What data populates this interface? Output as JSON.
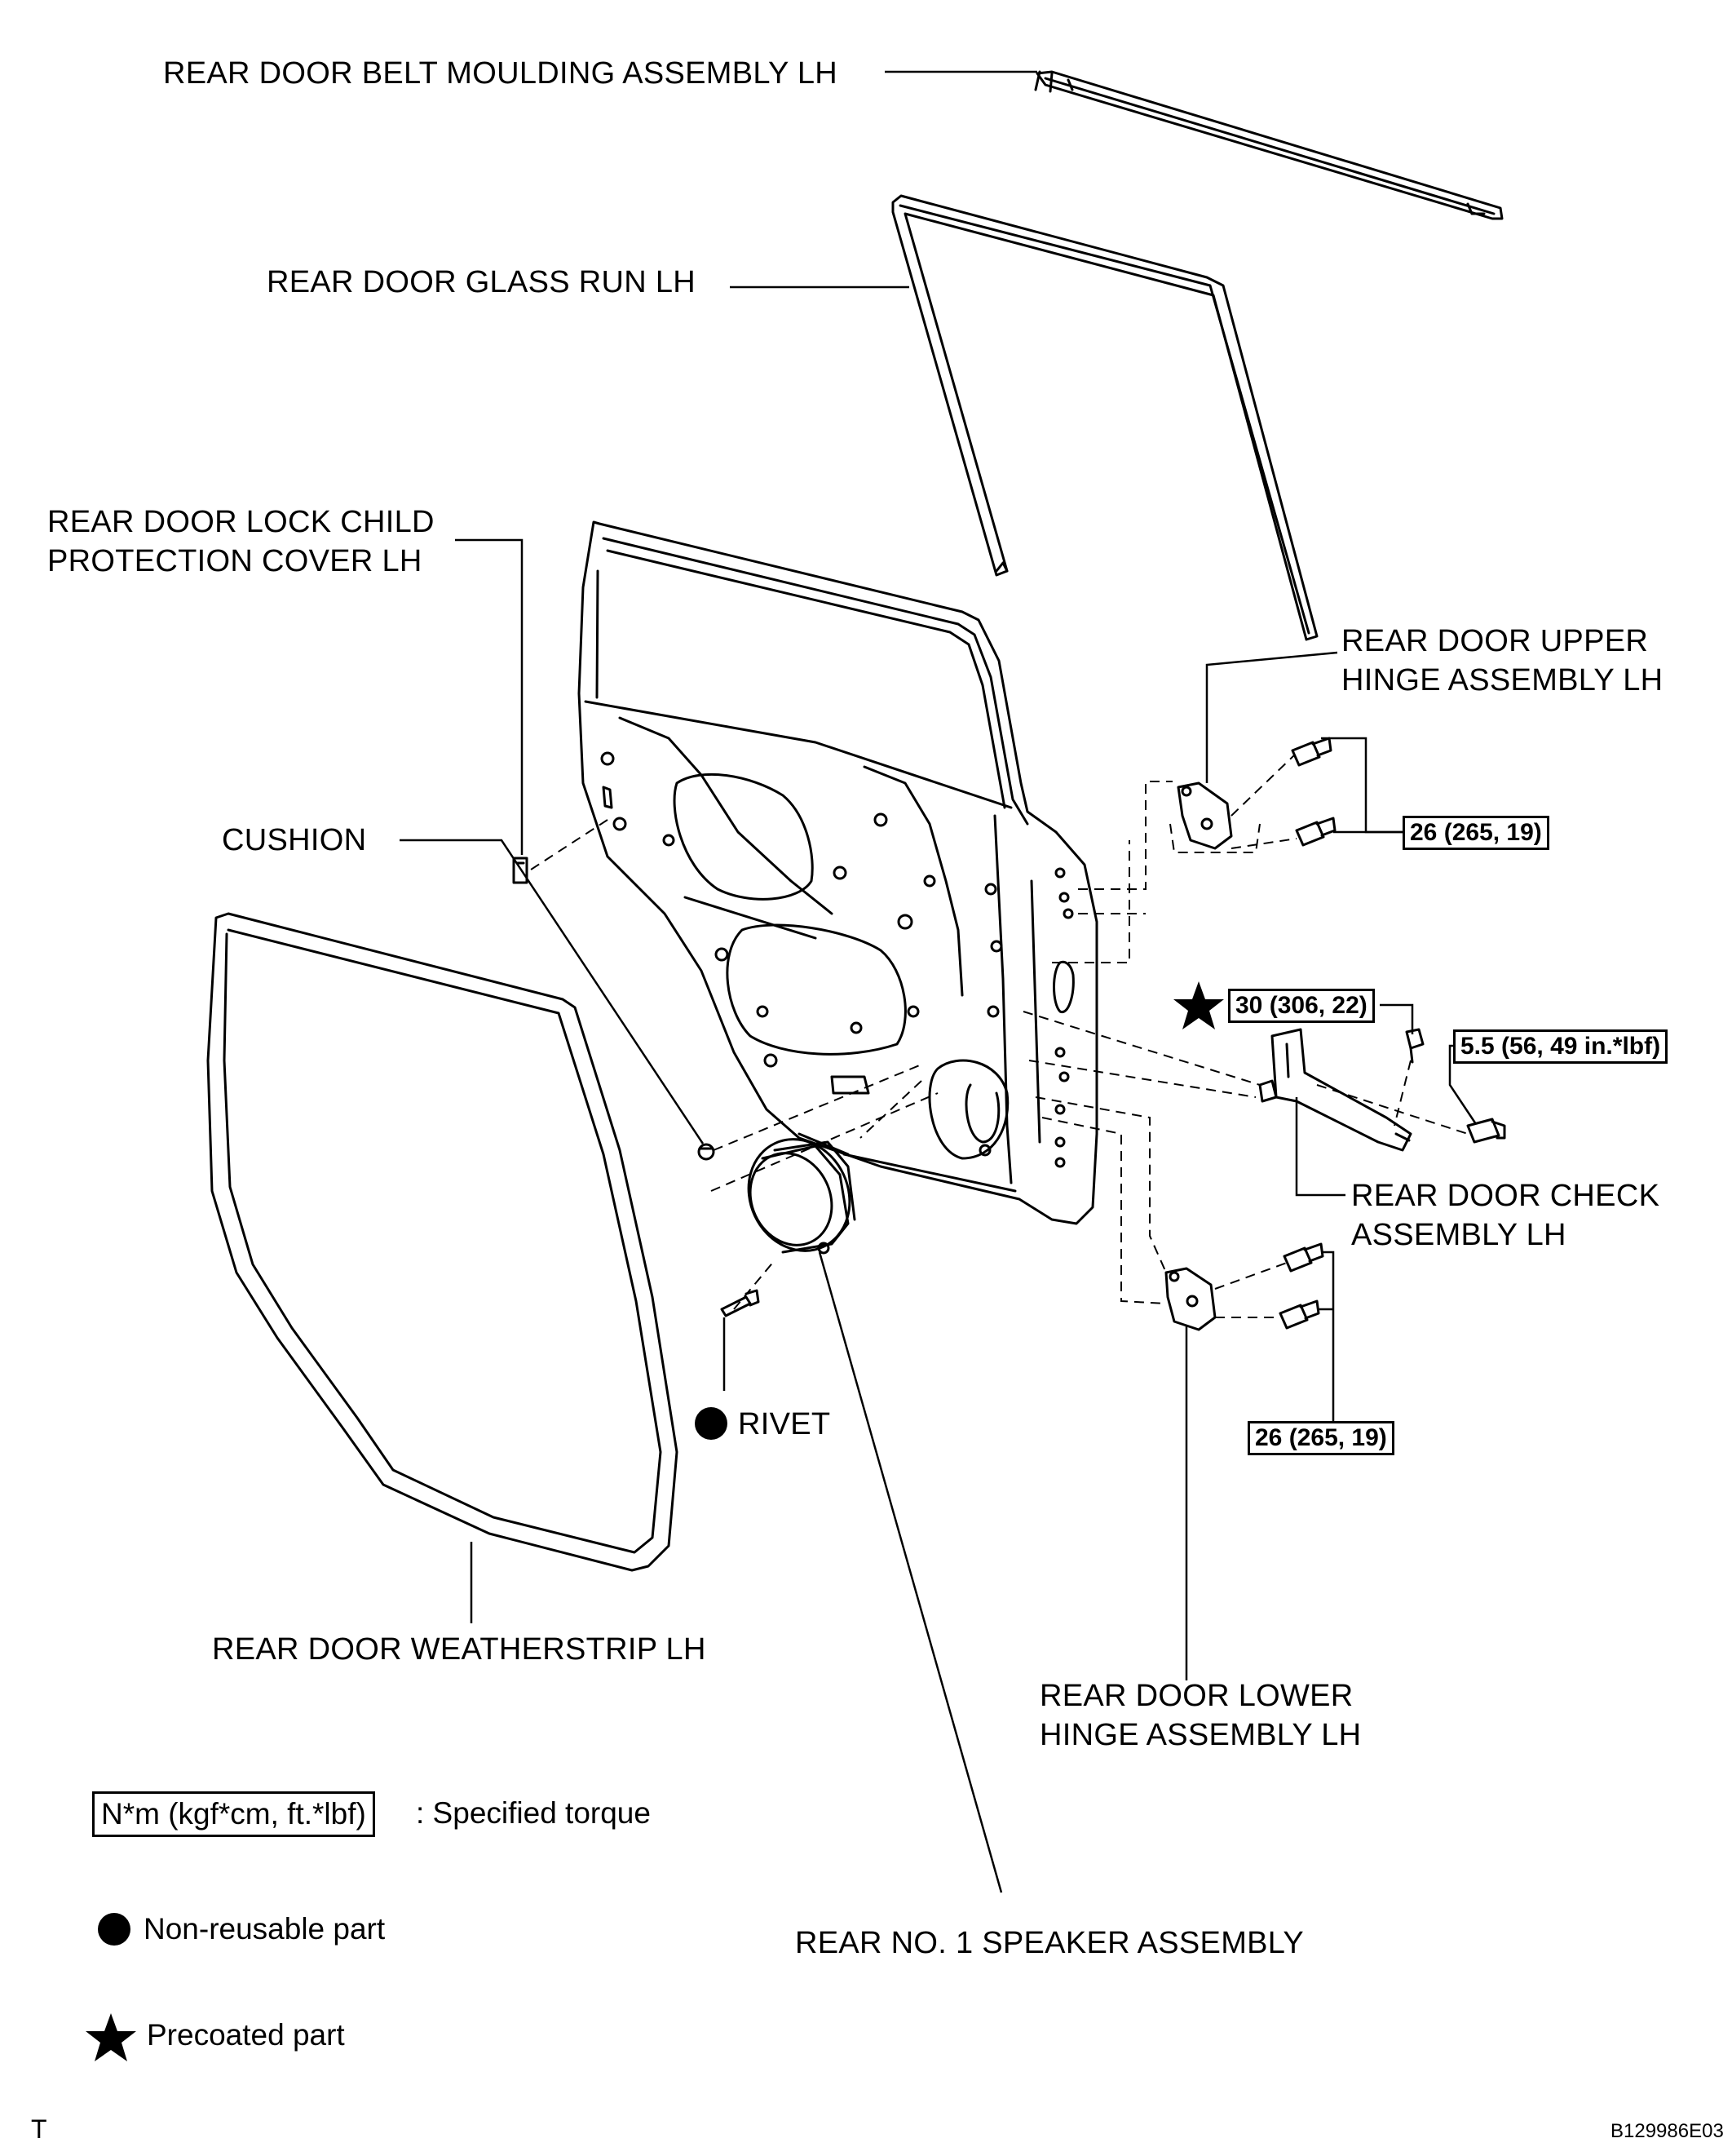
{
  "labels": {
    "belt_moulding": "REAR DOOR BELT MOULDING ASSEMBLY LH",
    "glass_run": "REAR DOOR GLASS RUN LH",
    "child_cover_line1": "REAR DOOR LOCK CHILD",
    "child_cover_line2": "PROTECTION COVER LH",
    "cushion": "CUSHION",
    "upper_hinge_line1": "REAR DOOR UPPER",
    "upper_hinge_line2": "HINGE ASSEMBLY LH",
    "check_line1": "REAR DOOR CHECK",
    "check_line2": "ASSEMBLY LH",
    "rivet": "RIVET",
    "weatherstrip": "REAR DOOR WEATHERSTRIP LH",
    "lower_hinge_line1": "REAR DOOR LOWER",
    "lower_hinge_line2": "HINGE ASSEMBLY LH",
    "speaker": "REAR NO. 1 SPEAKER ASSEMBLY"
  },
  "torques": {
    "upper_hinge": "26 (265, 19)",
    "check_precoated": "30 (306, 22)",
    "check_bolt": "5.5 (56, 49 in.*lbf)",
    "lower_hinge": "26 (265, 19)"
  },
  "legend": {
    "torque_box": "N*m (kgf*cm, ft.*lbf)",
    "torque_desc": ": Specified torque",
    "nonreusable": "Non-reusable part",
    "precoated": "Precoated part"
  },
  "footer": {
    "corner_mark": "T",
    "figure_id": "B129986E03"
  }
}
